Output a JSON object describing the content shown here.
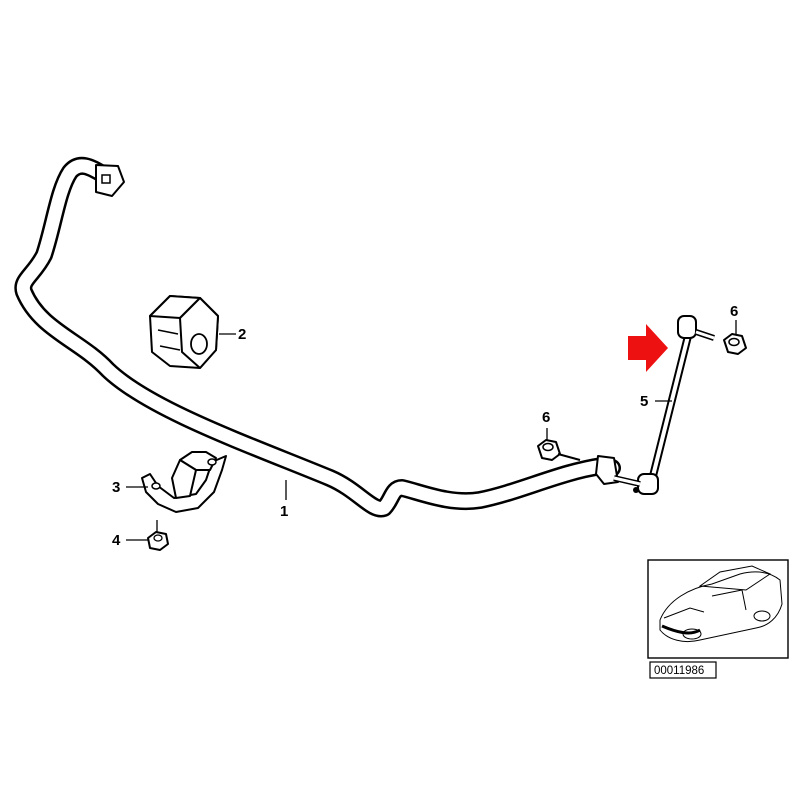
{
  "diagram": {
    "callouts": [
      {
        "id": "1",
        "label": "1"
      },
      {
        "id": "2",
        "label": "2"
      },
      {
        "id": "3",
        "label": "3"
      },
      {
        "id": "4",
        "label": "4"
      },
      {
        "id": "5",
        "label": "5"
      },
      {
        "id": "6a",
        "label": "6"
      },
      {
        "id": "6b",
        "label": "6"
      }
    ],
    "highlight_arrow_color": "#ee1111",
    "thumbnail": {
      "code": "00011986"
    }
  }
}
